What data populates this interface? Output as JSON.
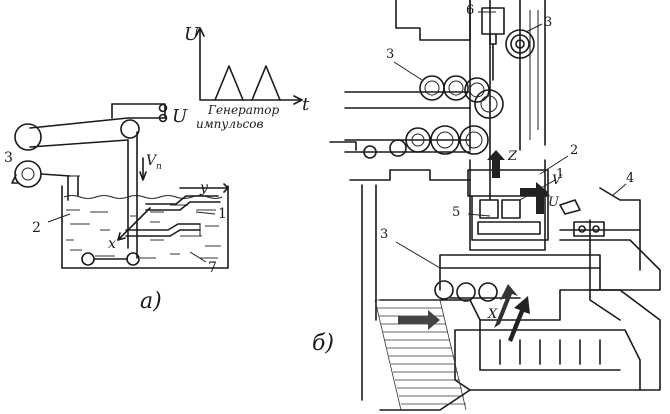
{
  "diagram_a": {
    "caption": "а)",
    "voltage_label": "U",
    "vn_label": "V",
    "vn_sub": "п",
    "axis_x": "x",
    "axis_y": "y",
    "part_labels": [
      "1",
      "2",
      "3",
      "7"
    ],
    "generator": {
      "u_axis": "U",
      "t_axis": "t",
      "caption_line1": "Генератор",
      "caption_line2": "импульсов"
    }
  },
  "diagram_b": {
    "caption": "б)",
    "part_labels": [
      "6",
      "3",
      "3",
      "2",
      "1",
      "5",
      "3",
      "4"
    ],
    "motion_labels": {
      "z": "Z",
      "v": "V",
      "u": "U",
      "x": "X"
    }
  }
}
